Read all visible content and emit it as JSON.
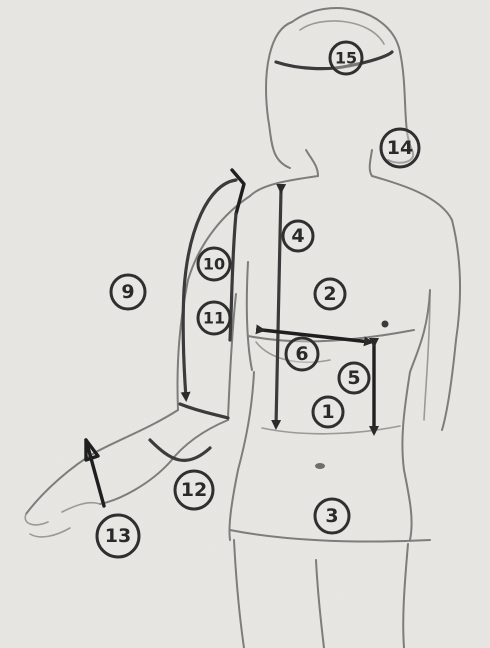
{
  "markers": [
    {
      "id": "m1",
      "label": "1"
    },
    {
      "id": "m2",
      "label": "2"
    },
    {
      "id": "m3",
      "label": "3"
    },
    {
      "id": "m4",
      "label": "4"
    },
    {
      "id": "m5",
      "label": "5"
    },
    {
      "id": "m6",
      "label": "6"
    },
    {
      "id": "m9",
      "label": "9"
    },
    {
      "id": "m10",
      "label": "10"
    },
    {
      "id": "m11",
      "label": "11"
    },
    {
      "id": "m12",
      "label": "12"
    },
    {
      "id": "m13",
      "label": "13"
    },
    {
      "id": "m14",
      "label": "14"
    },
    {
      "id": "m15",
      "label": "15"
    }
  ]
}
